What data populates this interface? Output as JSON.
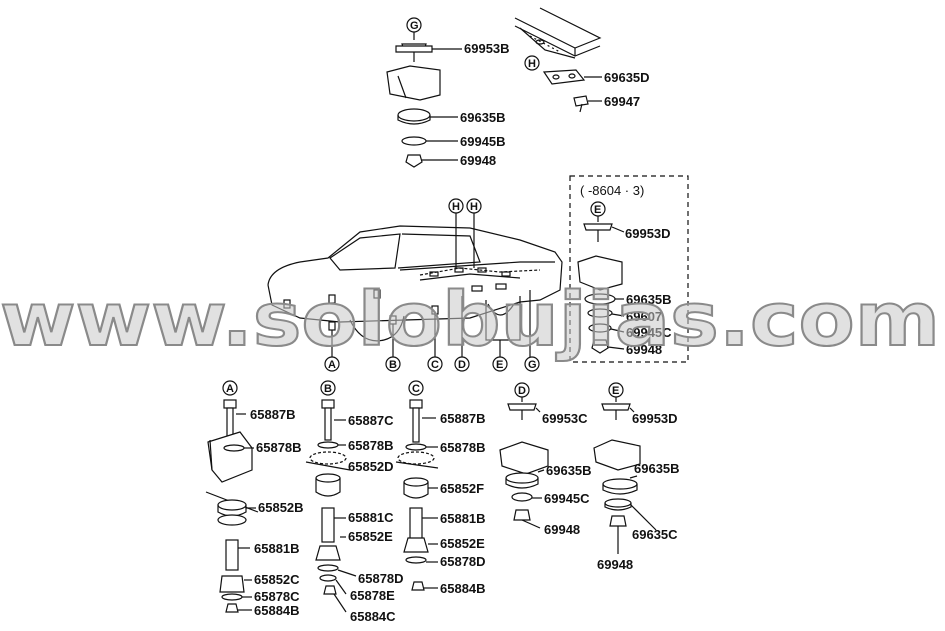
{
  "watermark": "www.solobujias.com",
  "range_note": "( -8604 · 3)",
  "callout_letters": [
    "A",
    "B",
    "C",
    "D",
    "E",
    "G",
    "H"
  ],
  "parts": {
    "g_top": [
      "69953B",
      "69635B",
      "69945B",
      "69948"
    ],
    "h_top": [
      "69635D",
      "69947"
    ],
    "inset": [
      "69953D",
      "69635B",
      "69607",
      "69945C",
      "69948"
    ],
    "col_a": [
      "65887B",
      "65878B",
      "65852B",
      "65881B",
      "65852C",
      "65878C",
      "65884B"
    ],
    "col_b": [
      "65887C",
      "65878B",
      "65852D",
      "65881C",
      "65852E",
      "65878D",
      "65878E",
      "65884C"
    ],
    "col_c": [
      "65887B",
      "65878B",
      "65852F",
      "65881B",
      "65852E",
      "65878D",
      "65884B"
    ],
    "col_d": [
      "69953C",
      "69635B",
      "69945C",
      "69948"
    ],
    "col_e": [
      "69953D",
      "69635B",
      "69635C",
      "69948"
    ]
  }
}
